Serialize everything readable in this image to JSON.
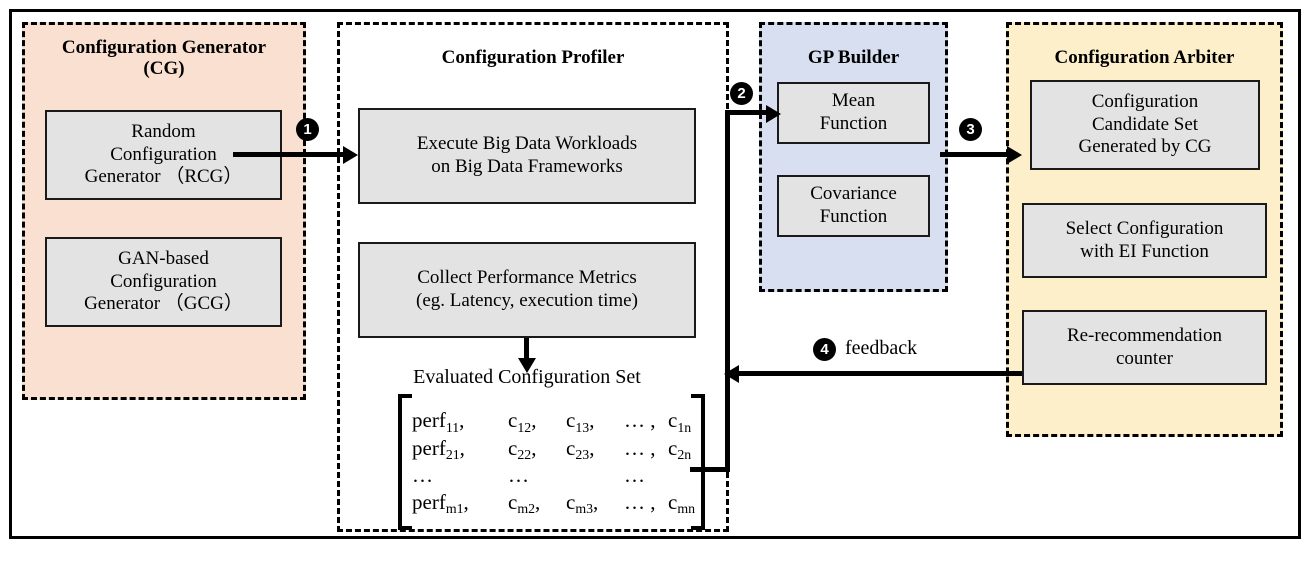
{
  "diagram": {
    "title_present": false,
    "panels": [
      {
        "id": "configuration-generator",
        "title": "Configuration Generator\n(CG)",
        "accent": "#f9e0d1",
        "boxes": [
          {
            "id": "rcg",
            "label": "Random\nConfiguration\nGenerator （RCG）"
          },
          {
            "id": "gcg",
            "label": "GAN-based\nConfiguration\nGenerator （GCG）"
          }
        ]
      },
      {
        "id": "configuration-profiler",
        "title": "Configuration Profiler",
        "accent": "#ffffff",
        "boxes": [
          {
            "id": "execute-workloads",
            "label": "Execute Big Data Workloads\non Big Data Frameworks"
          },
          {
            "id": "collect-metrics",
            "label": "Collect Performance Metrics\n(eg. Latency, execution time)"
          }
        ],
        "set_label": "Evaluated Configuration Set"
      },
      {
        "id": "gp-builder",
        "title": "GP Builder",
        "accent": "#d8dff0",
        "boxes": [
          {
            "id": "mean-function",
            "label": "Mean\nFunction"
          },
          {
            "id": "covariance-function",
            "label": "Covariance\nFunction"
          }
        ]
      },
      {
        "id": "configuration-arbiter",
        "title": "Configuration Arbiter",
        "accent": "#fdefca",
        "boxes": [
          {
            "id": "candidate-set",
            "label": "Configuration\nCandidate Set\nGenerated by CG"
          },
          {
            "id": "select-configuration",
            "label": "Select Configuration\nwith EI Function"
          },
          {
            "id": "re-recommendation-counter",
            "label": "Re-recommendation\ncounter"
          }
        ]
      }
    ],
    "edges": [
      {
        "id": "edge-1",
        "badge": "1",
        "label": ""
      },
      {
        "id": "edge-2",
        "badge": "2",
        "label": ""
      },
      {
        "id": "edge-3",
        "badge": "3",
        "label": ""
      },
      {
        "id": "edge-4",
        "badge": "4",
        "label": "feedback"
      }
    ],
    "matrix": {
      "rows": [
        {
          "cells": [
            "perf",
            "c",
            "c",
            "…",
            "c"
          ],
          "subs": [
            "11",
            "12",
            "13",
            "",
            "1n"
          ]
        },
        {
          "cells": [
            "perf",
            "c",
            "c",
            "…",
            "c"
          ],
          "subs": [
            "21",
            "22",
            "23",
            "",
            "2n"
          ]
        },
        {
          "cells": [
            "…",
            "…",
            "…",
            "",
            ""
          ],
          "subs": [
            "",
            "",
            "",
            "",
            ""
          ]
        },
        {
          "cells": [
            "perf",
            "c",
            "c",
            "…",
            "c"
          ],
          "subs": [
            "m1",
            "m2",
            "m3",
            "",
            "mn"
          ]
        }
      ]
    }
  }
}
